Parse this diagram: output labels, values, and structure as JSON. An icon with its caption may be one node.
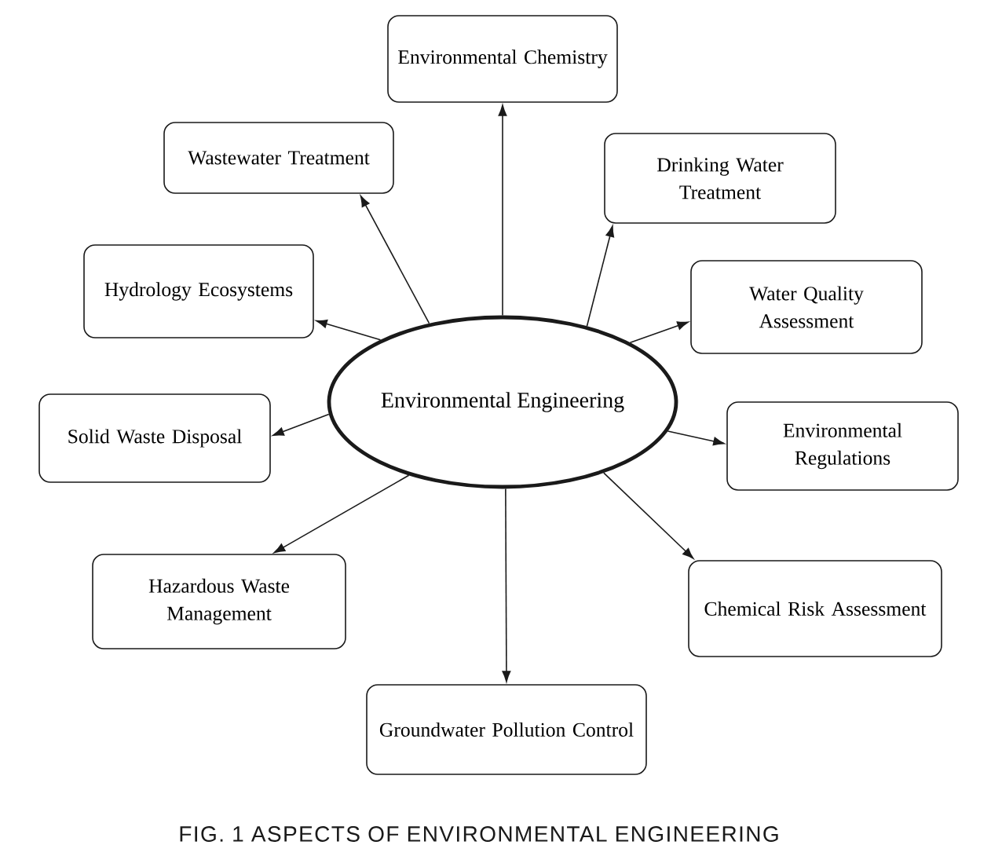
{
  "diagram": {
    "caption": "FIG. 1 ASPECTS OF ENVIRONMENTAL ENGINEERING",
    "nodes": [
      {
        "text": [
          "Environmental Chemistry"
        ]
      },
      {
        "text": [
          "Wastewater Treatment"
        ]
      },
      {
        "text": [
          "Drinking Water Treatment"
        ]
      },
      {
        "text": [
          "Hydrology Ecosystems"
        ]
      },
      {
        "text": [
          "Water Quality Assessment"
        ]
      },
      {
        "text": [
          "Environmental Engineering"
        ]
      },
      {
        "text": [
          "Solid Waste Disposal"
        ]
      },
      {
        "text": [
          "Environmental Regulations"
        ]
      },
      {
        "text": [
          "Hazardous Waste Management"
        ]
      },
      {
        "text": [
          "Chemical Risk Assessment"
        ]
      },
      {
        "text": [
          "Groundwater Pollution Control"
        ]
      }
    ],
    "edges": [
      {
        "from": 5,
        "to": 0,
        "arrow": "to"
      },
      {
        "from": 5,
        "to": 1,
        "arrow": "to"
      },
      {
        "from": 5,
        "to": 2,
        "arrow": "to"
      },
      {
        "from": 5,
        "to": 3,
        "arrow": "to"
      },
      {
        "from": 5,
        "to": 4,
        "arrow": "to"
      },
      {
        "from": 5,
        "to": 6,
        "arrow": "to"
      },
      {
        "from": 5,
        "to": 7,
        "arrow": "to"
      },
      {
        "from": 5,
        "to": 8,
        "arrow": "to"
      },
      {
        "from": 5,
        "to": 9,
        "arrow": "to"
      },
      {
        "from": 5,
        "to": 10,
        "arrow": "to"
      }
    ]
  }
}
